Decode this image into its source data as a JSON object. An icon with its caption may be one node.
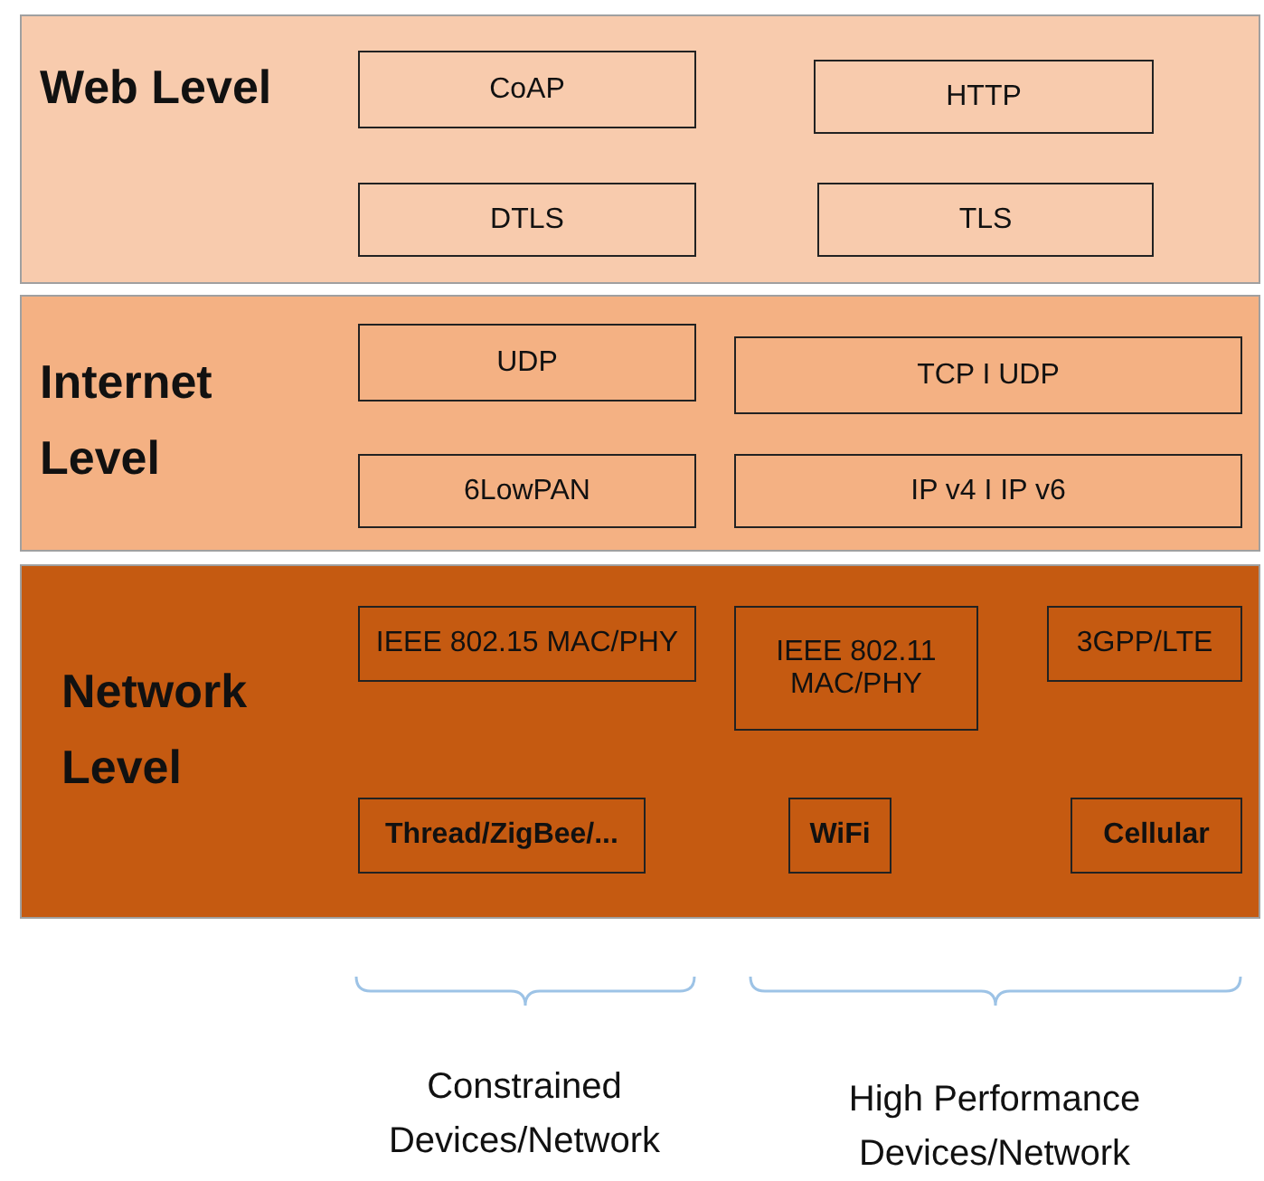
{
  "diagram": {
    "nodes": [
      {
        "text": [
          "Web Level"
        ]
      },
      {
        "text": [
          "CoAP"
        ],
        "in": 0
      },
      {
        "text": [
          "HTTP"
        ],
        "in": 0
      },
      {
        "text": [
          "DTLS"
        ],
        "in": 0
      },
      {
        "text": [
          "TLS"
        ],
        "in": 0
      },
      {
        "text": [
          "Internet Level"
        ]
      },
      {
        "text": [
          "UDP"
        ],
        "in": 5
      },
      {
        "text": [
          "TCP I UDP"
        ],
        "in": 5
      },
      {
        "text": [
          "6LowPAN"
        ],
        "in": 5
      },
      {
        "text": [
          "IP v4 I IP v6"
        ],
        "in": 5
      },
      {
        "text": [
          "Network Level"
        ]
      },
      {
        "text": [
          "IEEE 802.15 MAC/PHY"
        ],
        "in": 10
      },
      {
        "text": [
          "IEEE 802.11 MAC/PHY"
        ],
        "in": 10
      },
      {
        "text": [
          "3GPP/LTE"
        ],
        "in": 10
      },
      {
        "text": [
          "Thread/ZigBee/..."
        ],
        "in": 10
      },
      {
        "text": [
          "WiFi"
        ],
        "in": 10
      },
      {
        "text": [
          "Cellular"
        ],
        "in": 10
      }
    ],
    "edges": [],
    "labels": [
      "Constrained Devices/Network",
      "High Performance Devices/Network"
    ]
  }
}
